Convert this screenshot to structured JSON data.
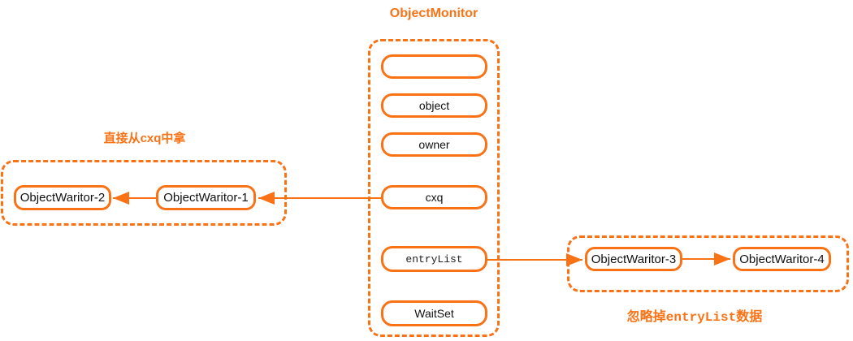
{
  "colors": {
    "accent": "#F97316",
    "label_text": "#111111",
    "label_background": "#FFFFFF"
  },
  "diagram": {
    "title": "ObjectMonitor",
    "monitor_fields": [
      {
        "label": ""
      },
      {
        "label": "object"
      },
      {
        "label": "owner"
      },
      {
        "label": "cxq"
      },
      {
        "label": "entryList"
      },
      {
        "label": "WaitSet"
      }
    ],
    "cxq_group": {
      "caption": "直接从cxq中拿",
      "nodes": [
        {
          "label": "ObjectWaritor-2"
        },
        {
          "label": "ObjectWaritor-1"
        }
      ]
    },
    "entrylist_group": {
      "caption_prefix": "忽略掉",
      "caption_code": "entryList",
      "caption_suffix": "数据",
      "nodes": [
        {
          "label": "ObjectWaritor-3"
        },
        {
          "label": "ObjectWaritor-4"
        }
      ]
    }
  }
}
